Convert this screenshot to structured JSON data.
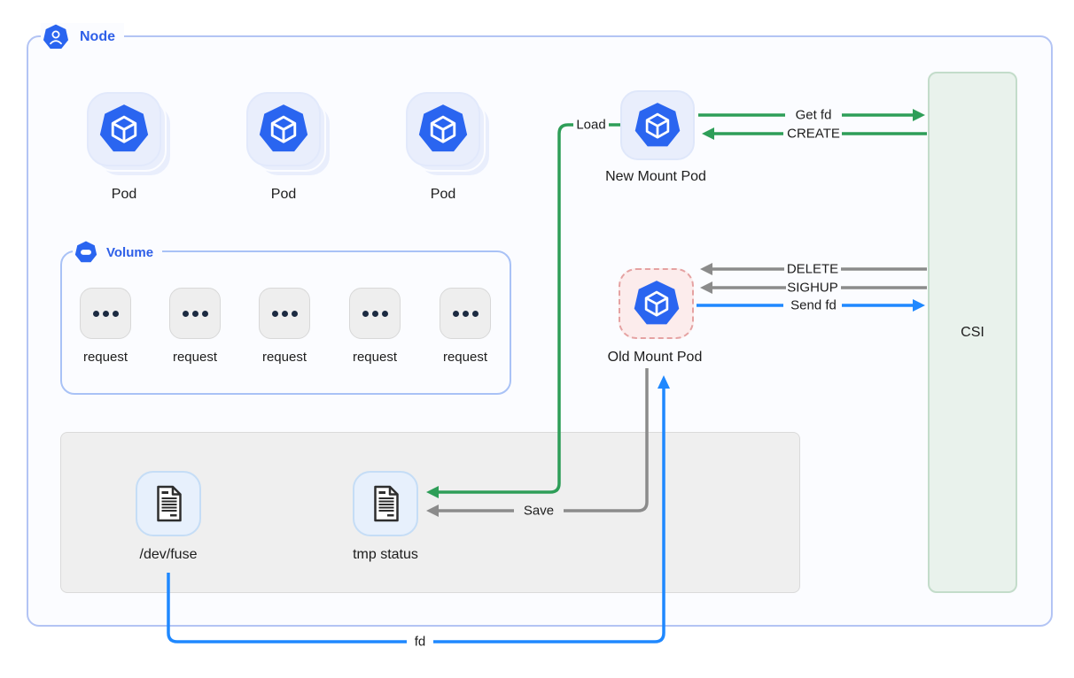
{
  "node": {
    "label": "Node"
  },
  "pods": [
    {
      "label": "Pod"
    },
    {
      "label": "Pod"
    },
    {
      "label": "Pod"
    }
  ],
  "volume": {
    "label": "Volume",
    "requests": [
      {
        "label": "request"
      },
      {
        "label": "request"
      },
      {
        "label": "request"
      },
      {
        "label": "request"
      },
      {
        "label": "request"
      }
    ]
  },
  "storage_panel": {
    "files": [
      {
        "label": "/dev/fuse"
      },
      {
        "label": "tmp status"
      }
    ]
  },
  "mount_pods": {
    "new_pod": {
      "label": "New Mount Pod"
    },
    "old_pod": {
      "label": "Old Mount Pod"
    }
  },
  "csi": {
    "label": "CSI"
  },
  "arrows": {
    "get_fd": {
      "label": "Get fd",
      "from": "New Mount Pod",
      "to": "CSI",
      "color": "#2e9e58"
    },
    "create": {
      "label": "CREATE",
      "from": "CSI",
      "to": "New Mount Pod",
      "color": "#2e9e58"
    },
    "load": {
      "label": "Load",
      "from": "New Mount Pod",
      "to": "tmp status",
      "color": "#2e9e58"
    },
    "delete": {
      "label": "DELETE",
      "from": "CSI",
      "to": "Old Mount Pod",
      "color": "#8b8b8b"
    },
    "sighup": {
      "label": "SIGHUP",
      "from": "CSI",
      "to": "Old Mount Pod",
      "color": "#8b8b8b"
    },
    "send_fd": {
      "label": "Send fd",
      "from": "Old Mount Pod",
      "to": "CSI",
      "color": "#1f88ff"
    },
    "save": {
      "label": "Save",
      "from": "Old Mount Pod",
      "to": "tmp status",
      "color": "#8b8b8b"
    },
    "fd": {
      "label": "fd",
      "from": "/dev/fuse",
      "to": "Old Mount Pod",
      "color": "#1f88ff"
    }
  },
  "colors": {
    "node_border": "#b3c4f4",
    "label_blue": "#2e5fe8",
    "heptagon_blue": "#2a65f0",
    "pod_card": "#e9eefc",
    "panel_gray": "#efefef",
    "file_card": "#e7f0fc",
    "old_pod_fill": "#fcecec",
    "old_pod_border": "#e5a2a2",
    "csi_fill": "#e9f2ec",
    "green": "#2e9e58",
    "gray": "#8b8b8b",
    "blue": "#1f88ff"
  }
}
